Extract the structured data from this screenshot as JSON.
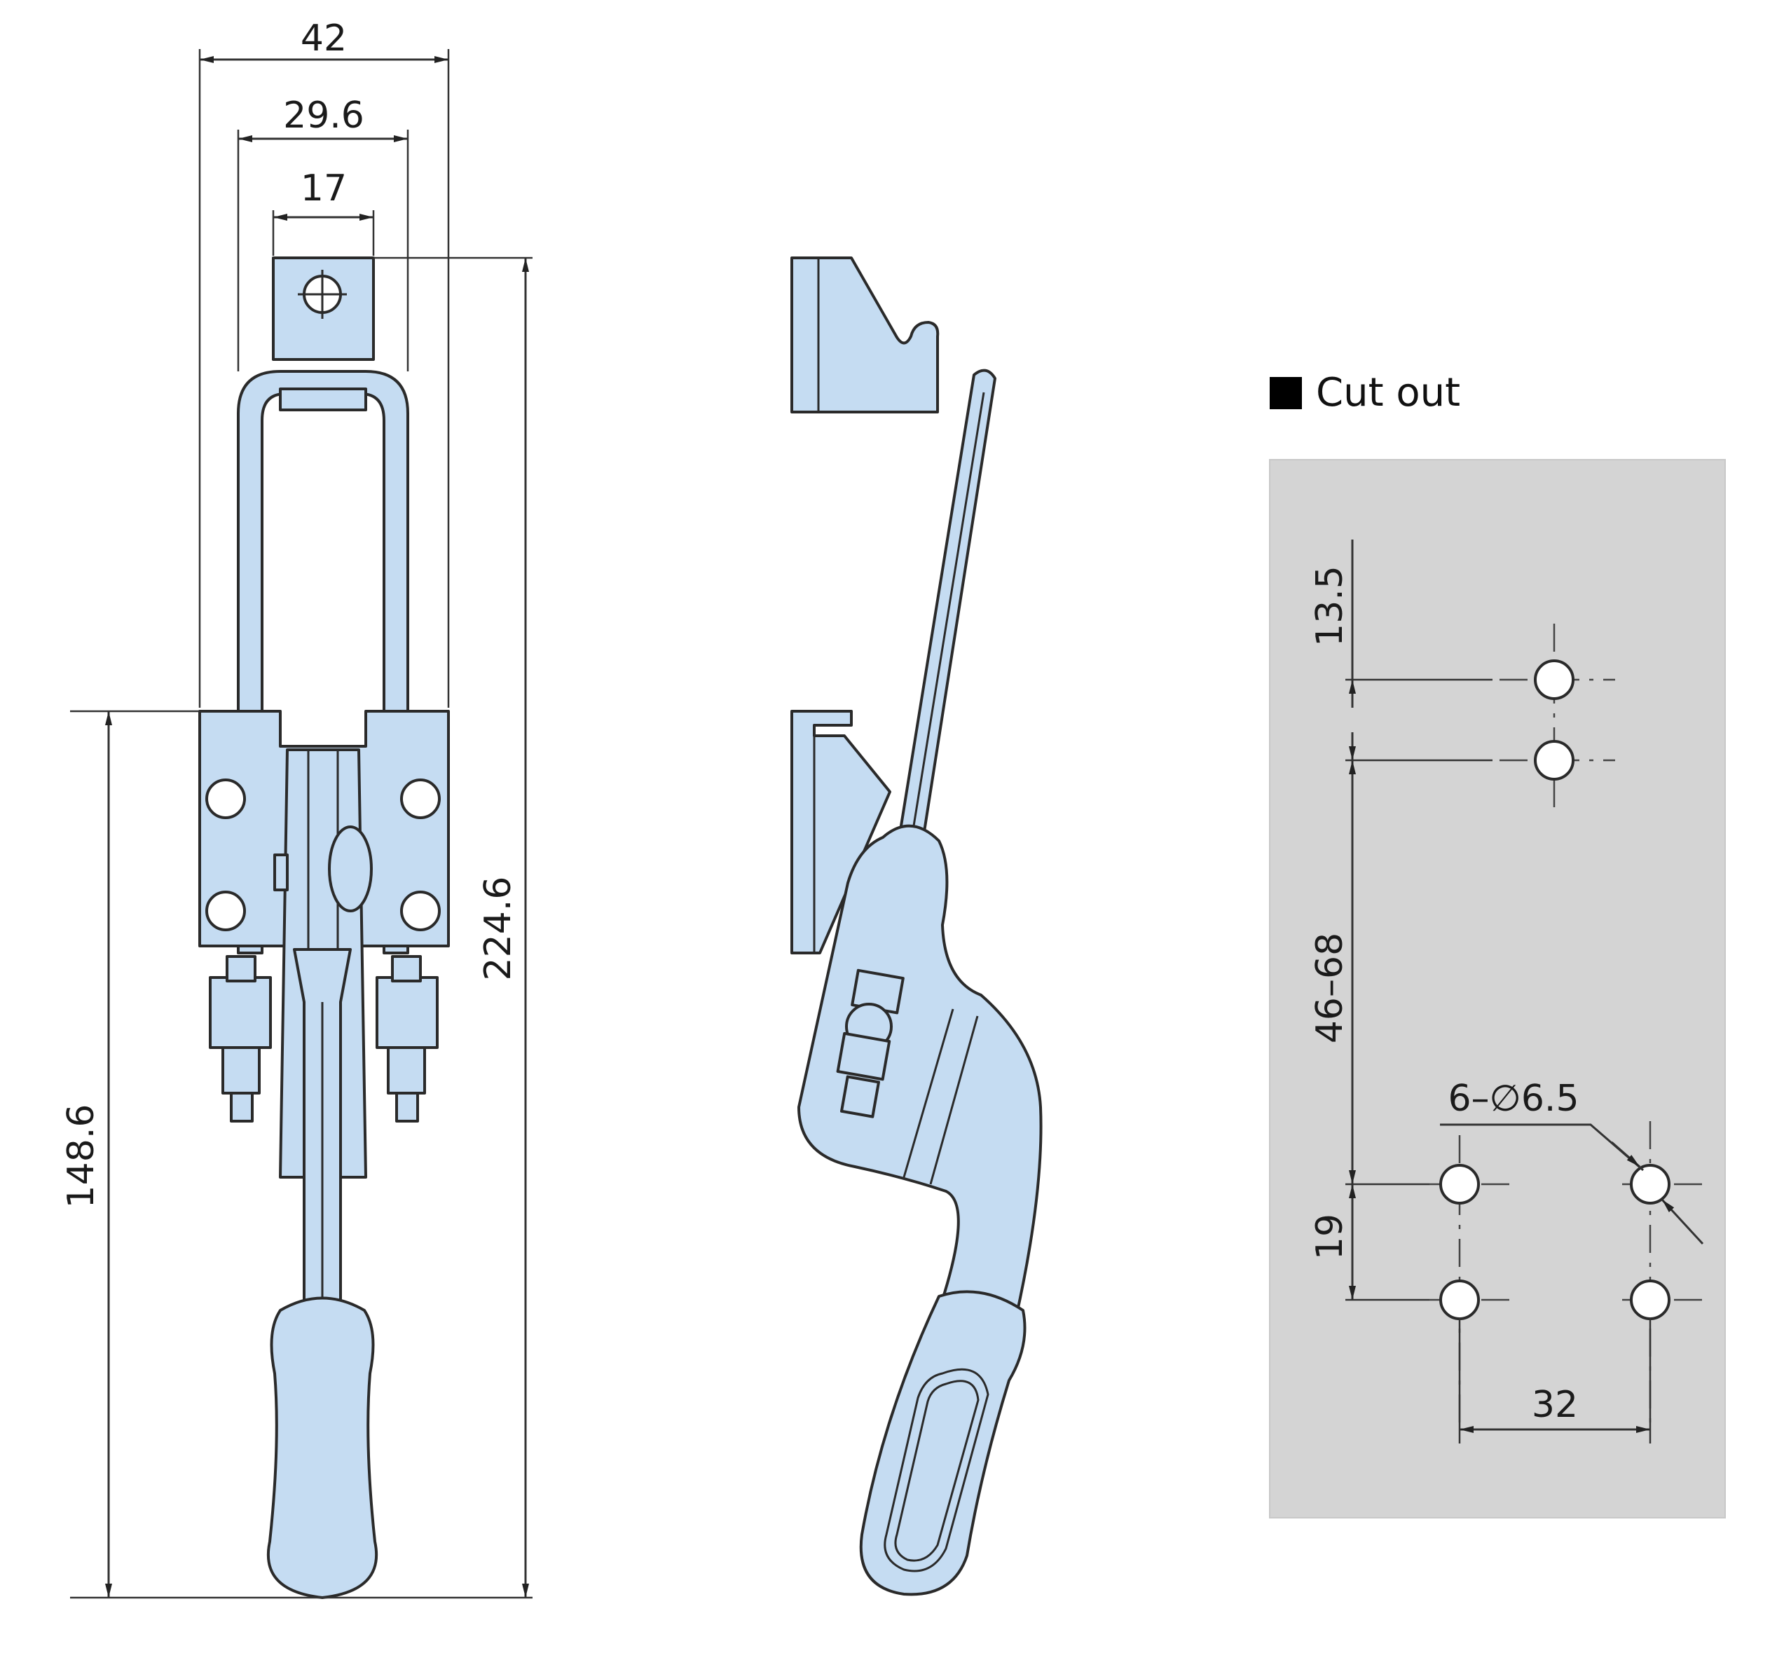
{
  "front_view": {
    "dimensions": {
      "width_overall": "42",
      "width_mid": "29.6",
      "width_top": "17",
      "height_total": "224.6",
      "height_lower": "148.6"
    }
  },
  "cutout": {
    "legend_label": "Cut out",
    "colors": {
      "panel": "#d4d4d4",
      "legend_box": "#000000",
      "part_fill": "#c5dcf2"
    },
    "dimensions": {
      "top_spacing": "13.5",
      "range": "46–68",
      "hole_spec": "6–∅6.5",
      "bottom_spacing": "19",
      "horizontal_spacing": "32"
    }
  }
}
